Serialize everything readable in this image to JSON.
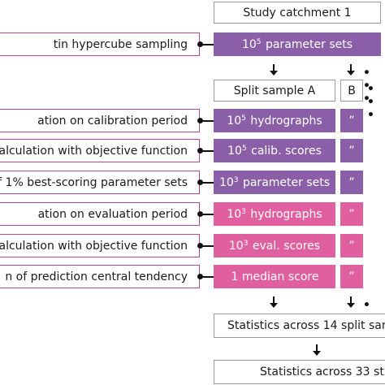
{
  "top": {
    "catchment": "Study catchment 1",
    "split_a": "Split sample A",
    "split_b": "B",
    "ellipsis": "• • •"
  },
  "rows": [
    {
      "left": "tin hypercube sampling",
      "pre": "10",
      "sup": "5",
      "post": " parameter sets"
    },
    {
      "left": "ation on calibration period",
      "pre": "10",
      "sup": "5",
      "post": " hydrographs"
    },
    {
      "left": "alculation with objective function",
      "pre": "10",
      "sup": "5",
      "post": " calib. scores"
    },
    {
      "left": "f 1% best-scoring parameter sets",
      "pre": "10",
      "sup": "3",
      "post": " parameter sets"
    },
    {
      "left": "ation on evaluation period",
      "pre": "10",
      "sup": "3",
      "post": " hydrographs"
    },
    {
      "left": "alculation with objective function",
      "pre": "10",
      "sup": "3",
      "post": " eval. scores"
    },
    {
      "left": "n of prediction central tendency",
      "pre": "",
      "sup": "",
      "post": "1 median score"
    }
  ],
  "ditto": "”",
  "bottom": {
    "stats_split": "Statistics across 14 split sam",
    "stats_catch": "Statistics across 33 stu"
  },
  "colors": {
    "purple": "#8a5fa8",
    "pink": "#e05f9e",
    "left_border": "#b44a8f"
  }
}
